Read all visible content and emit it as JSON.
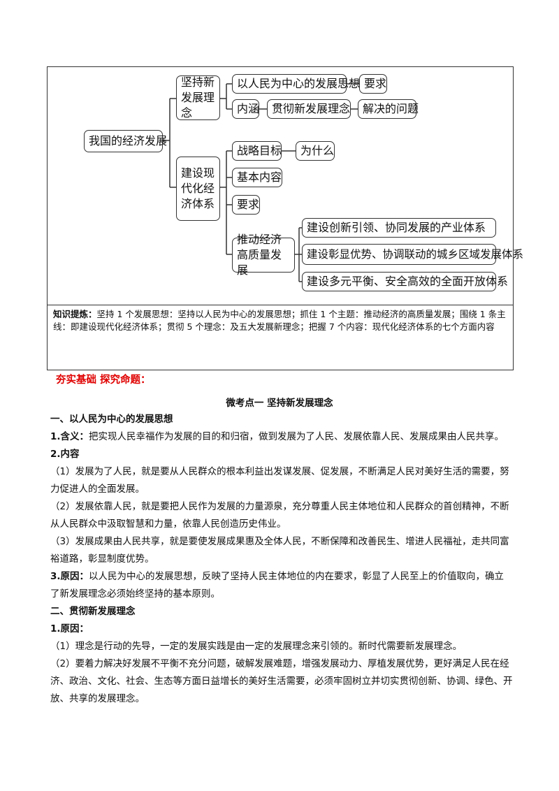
{
  "diagram": {
    "root": "我国的经济发展",
    "branch1": "坚持新发展理念",
    "b1_c1": "以人民为中心的发展思想",
    "b1_c1_r": "要求",
    "b1_c2": "内涵",
    "b1_c2_m": "贯彻新发展理念",
    "b1_c2_r": "解决的问题",
    "branch2": "建设现代化经济体系",
    "b2_c1": "战略目标",
    "b2_c1_r": "为什么",
    "b2_c2": "基本内容",
    "b2_c3": "要求",
    "b2_c4": "推动经济高质量发展",
    "b2_c4_r1": "建设创新引领、协同发展的产业体系",
    "b2_c4_r2": "建设彰显优势、协调联动的城乡区域发展体系",
    "b2_c4_r3": "建设多元平衡、安全高效的全面开放体系"
  },
  "summary": {
    "label": "知识提炼：",
    "text": "坚持 1 个发展思想：坚持以人民为中心的发展思想；抓住 1 个主题：推动经济的高质量发展；围绕 1 条主线：即建设现代化经济体系；贯彻 5 个理念：及五大发展新理念；把握 7 个内容：现代化经济体系的七个方面内容"
  },
  "red_heading": "夯实基础  探究命题：",
  "section_title": "微考点一  坚持新发展理念",
  "body": {
    "h1": "一、以人民为中心的发展思想",
    "p1_label": "1.含义：",
    "p1_text": "把实现人民幸福作为发展的目的和归宿，做到发展为了人民、发展依靠人民、发展成果由人民共享。",
    "p2_label": "2.内容",
    "p2_1": "（1）发展为了人民，就是要从人民群众的根本利益出发谋发展、促发展，不断满足人民对美好生活的需要，努力促进人的全面发展。",
    "p2_2": "（2）发展依靠人民，就是要把人民作为发展的力量源泉，充分尊重人民主体地位和人民群众的首创精神，不断从人民群众中汲取智慧和力量，依靠人民创造历史伟业。",
    "p2_3": "（3）发展成果由人民共享，就是要使发展成果惠及全体人民，不断保障和改善民生、增进人民福祉，走共同富裕道路，彰显制度优势。",
    "p3_label": "3.原因：",
    "p3_text": "以人民为中心的发展思想，反映了坚持人民主体地位的内在要求，彰显了人民至上的价值取向，确立了新发展理念必须始终坚持的基本原则。",
    "h2": "二、贯彻新发展理念",
    "p4_label": "1.原因：",
    "p4_1": "（1）理念是行动的先导，一定的发展实践是由一定的发展理念来引领的。新时代需要新发展理念。",
    "p4_2": "（2）要着力解决好发展不平衡不充分问题，破解发展难题，增强发展动力、厚植发展优势，更好满足人民在经济、政治、文化、社会、生态等方面日益增长的美好生活需要，必须牢固树立并切实贯彻创新、协调、绿色、开放、共享的发展理念。"
  }
}
